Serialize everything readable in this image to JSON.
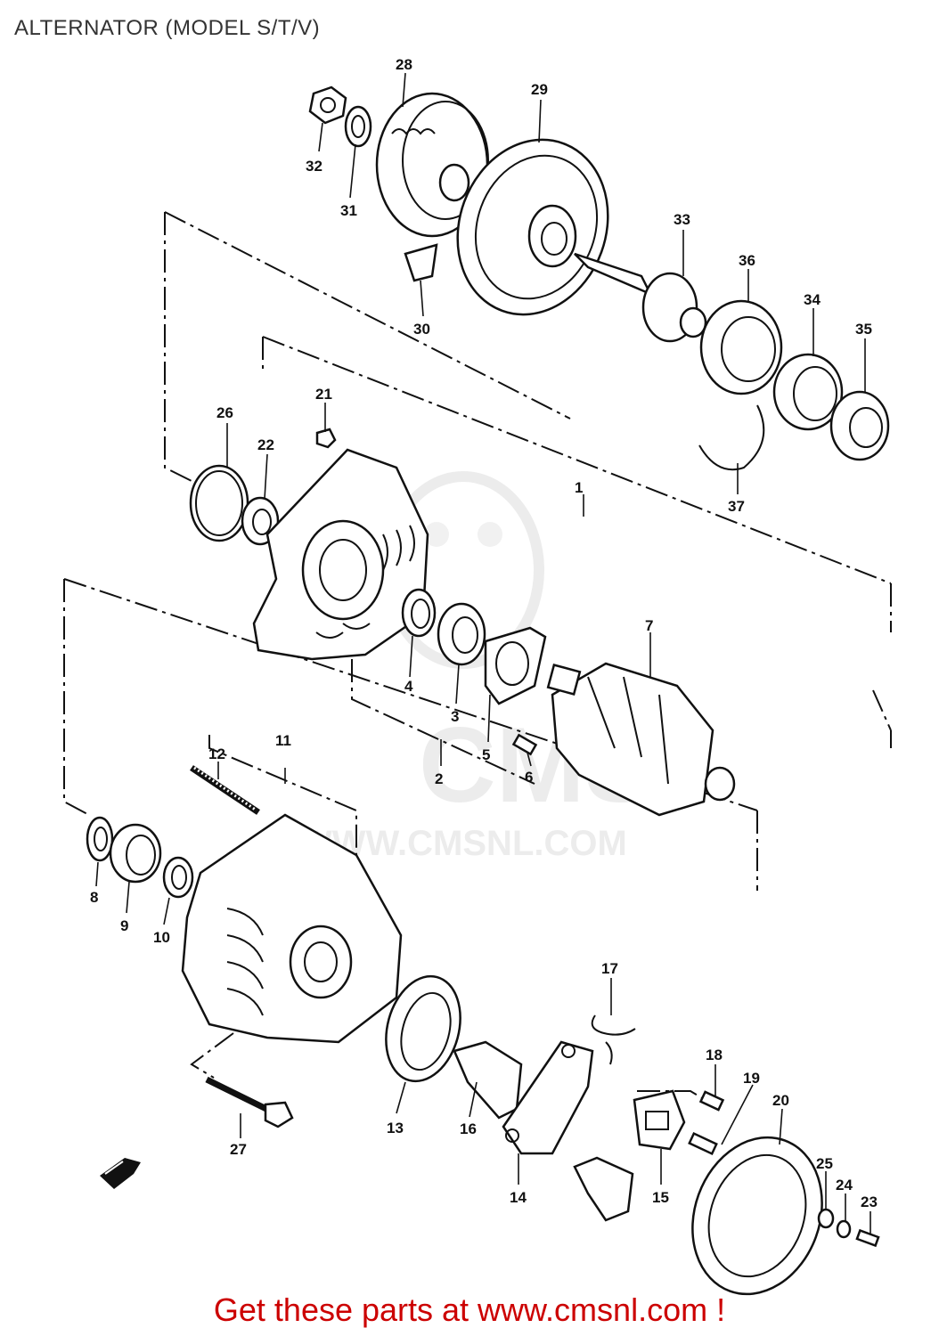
{
  "title": "ALTERNATOR (MODEL S/T/V)",
  "watermark": {
    "logo_text": "CMS",
    "url_text": "WWW.CMSNL.COM"
  },
  "cta": "Get these parts at www.cmsnl.com !",
  "colors": {
    "cta": "#cc0000",
    "title": "#333333",
    "line": "#111111",
    "watermark": "#dddddd"
  },
  "callouts": [
    {
      "ref": "1"
    },
    {
      "ref": "2"
    },
    {
      "ref": "3"
    },
    {
      "ref": "4"
    },
    {
      "ref": "5"
    },
    {
      "ref": "6"
    },
    {
      "ref": "7"
    },
    {
      "ref": "8"
    },
    {
      "ref": "9"
    },
    {
      "ref": "10"
    },
    {
      "ref": "11"
    },
    {
      "ref": "12"
    },
    {
      "ref": "13"
    },
    {
      "ref": "14"
    },
    {
      "ref": "15"
    },
    {
      "ref": "16"
    },
    {
      "ref": "17"
    },
    {
      "ref": "18"
    },
    {
      "ref": "19"
    },
    {
      "ref": "20"
    },
    {
      "ref": "21"
    },
    {
      "ref": "22"
    },
    {
      "ref": "23"
    },
    {
      "ref": "24"
    },
    {
      "ref": "25"
    },
    {
      "ref": "26"
    },
    {
      "ref": "27"
    },
    {
      "ref": "28"
    },
    {
      "ref": "29"
    },
    {
      "ref": "30"
    },
    {
      "ref": "31"
    },
    {
      "ref": "32"
    },
    {
      "ref": "33"
    },
    {
      "ref": "34"
    },
    {
      "ref": "35"
    },
    {
      "ref": "36"
    },
    {
      "ref": "37"
    }
  ]
}
